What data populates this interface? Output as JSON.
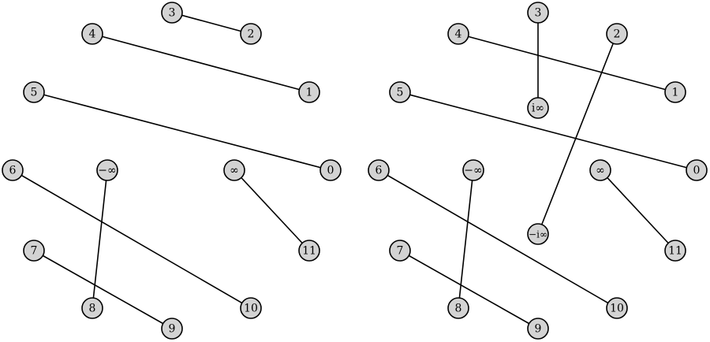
{
  "colors": {
    "node_fill": "#d3d3d3",
    "stroke": "#000000",
    "background": "#ffffff"
  },
  "left_graph": {
    "nodes": {
      "n0": "0",
      "n1": "1",
      "n2": "2",
      "n3": "3",
      "n4": "4",
      "n5": "5",
      "n6": "6",
      "n7": "7",
      "n8": "8",
      "n9": "9",
      "n10": "10",
      "n11": "11",
      "neg_inf": "−∞",
      "inf": "∞"
    },
    "edges": [
      [
        "n3",
        "n2"
      ],
      [
        "n4",
        "n1"
      ],
      [
        "n5",
        "n0"
      ],
      [
        "n6",
        "n10"
      ],
      [
        "n7",
        "n9"
      ],
      [
        "neg_inf",
        "n8"
      ],
      [
        "inf",
        "n11"
      ]
    ]
  },
  "right_graph": {
    "nodes": {
      "n0": "0",
      "n1": "1",
      "n2": "2",
      "n3": "3",
      "n4": "4",
      "n5": "5",
      "n6": "6",
      "n7": "7",
      "n8": "8",
      "n9": "9",
      "n10": "10",
      "n11": "11",
      "neg_inf": "−∞",
      "inf": "∞",
      "i_inf": "i∞",
      "neg_i_inf": "−i∞"
    },
    "edges": [
      [
        "n3",
        "i_inf"
      ],
      [
        "n4",
        "n1"
      ],
      [
        "n2",
        "neg_i_inf"
      ],
      [
        "n5",
        "n0"
      ],
      [
        "n6",
        "n10"
      ],
      [
        "n7",
        "n9"
      ],
      [
        "neg_inf",
        "n8"
      ],
      [
        "inf",
        "n11"
      ]
    ]
  }
}
